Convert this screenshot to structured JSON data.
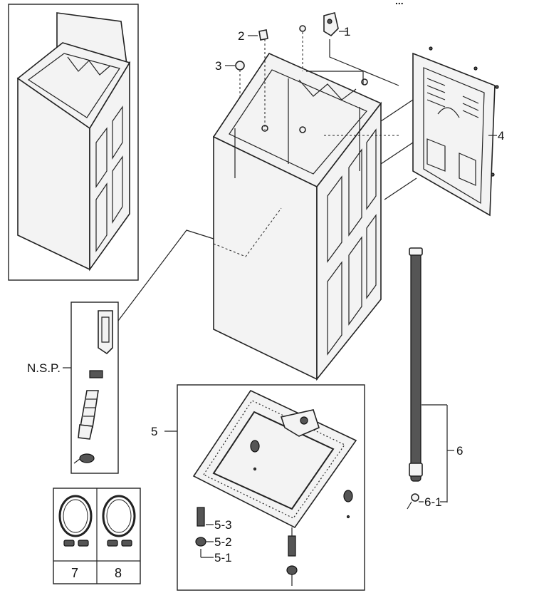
{
  "header": {
    "model_fragment": "..."
  },
  "callouts": {
    "c1": "1",
    "c2": "2",
    "c3": "3",
    "c4": "4",
    "c5": "5",
    "c5_1": "5-1",
    "c5_2": "5-2",
    "c5_3": "5-3",
    "c6": "6",
    "c6_1": "6-1",
    "nsp": "N.S.P."
  },
  "hose_table": {
    "cell_left": "7",
    "cell_right": "8"
  }
}
